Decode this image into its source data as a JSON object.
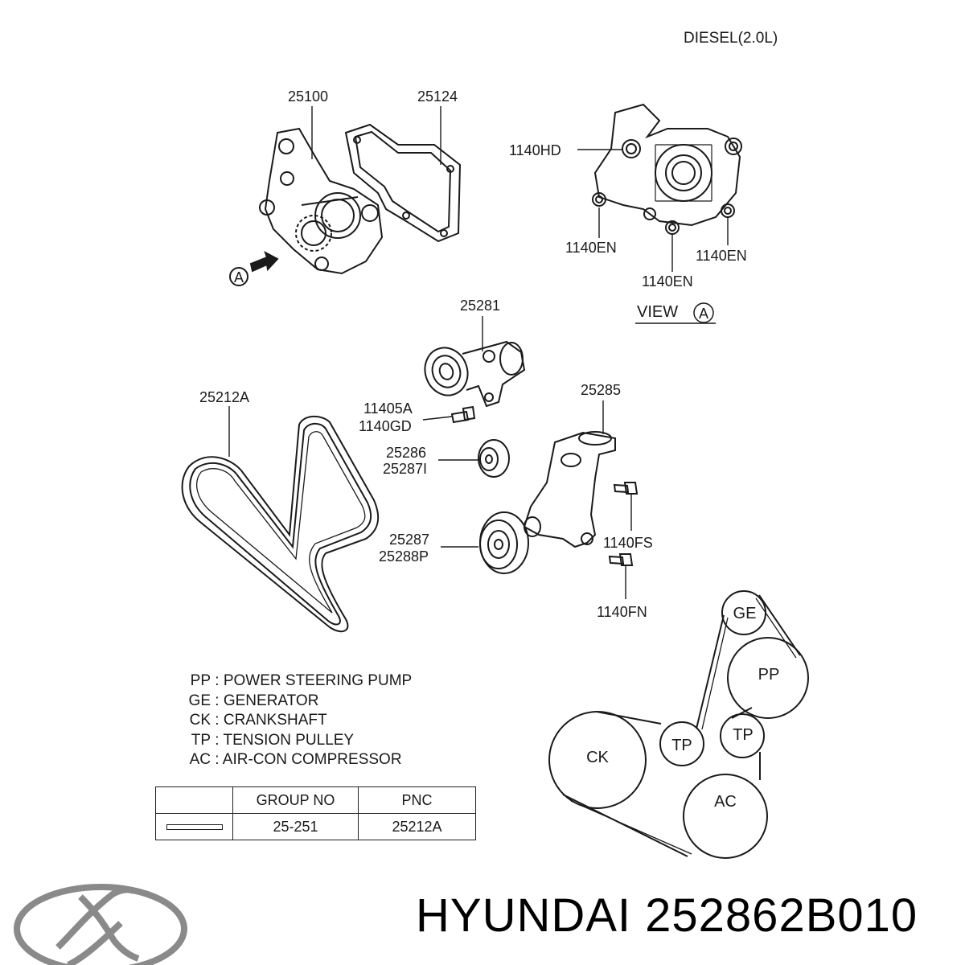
{
  "header": {
    "engine": "DIESEL(2.0L)"
  },
  "callouts": {
    "water_pump": "25100",
    "gasket": "25124",
    "bolt_hd": "1140HD",
    "bolt_en_left": "1140EN",
    "bolt_en_mid": "1140EN",
    "bolt_en_right": "1140EN",
    "view_a": "VIEW",
    "view_letter": "A",
    "arrow_letter": "A",
    "tensioner": "25281",
    "belt": "25212A",
    "bolt_11405a": "11405A",
    "bolt_1140gd": "1140GD",
    "bracket": "25285",
    "idler_small_a": "25286",
    "idler_small_b": "25287I",
    "idler_large_a": "25287",
    "idler_large_b": "25288P",
    "bolt_fs": "1140FS",
    "bolt_fn": "1140FN"
  },
  "legend": [
    {
      "code": "PP",
      "desc": "POWER STEERING PUMP"
    },
    {
      "code": "GE",
      "desc": "GENERATOR"
    },
    {
      "code": "CK",
      "desc": "CRANKSHAFT"
    },
    {
      "code": "TP",
      "desc": "TENSION PULLEY"
    },
    {
      "code": "AC",
      "desc": "AIR-CON COMPRESSOR"
    }
  ],
  "belt_layout": {
    "pulleys": {
      "ge": "GE",
      "pp": "PP",
      "tp_left": "TP",
      "tp_right": "TP",
      "ck": "CK",
      "ac": "AC"
    }
  },
  "group_table": {
    "headers": {
      "group": "GROUP NO",
      "pnc": "PNC"
    },
    "row": {
      "group": "25-251",
      "pnc": "25212A"
    }
  },
  "footer": {
    "brand": "HYUNDAI",
    "part_number": "252862B010"
  },
  "colors": {
    "line": "#1a1a1a",
    "logo": "#8a8a8a"
  }
}
